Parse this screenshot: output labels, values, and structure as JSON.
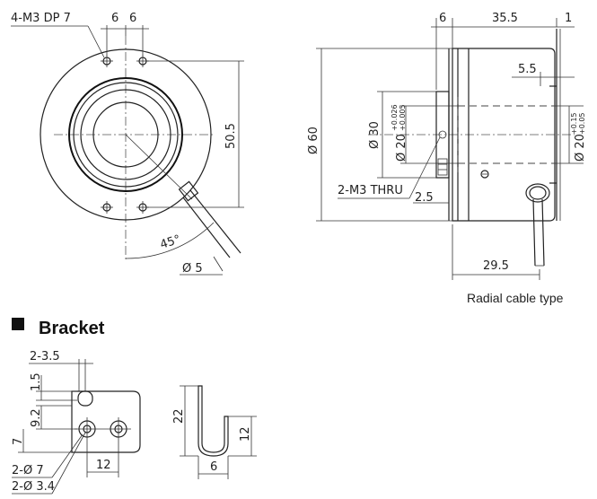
{
  "front_view": {
    "hole_note": "4-M3 DP 7",
    "dim_top_left": "6",
    "dim_top_right": "6",
    "dim_pcd": "50.5",
    "dim_angle": "45°",
    "dim_cable": "Ø 5"
  },
  "side_view": {
    "dim_6": "6",
    "dim_35_5": "35.5",
    "dim_1": "1",
    "dim_5_5": "5.5",
    "dim_diameter_60": "Ø 60",
    "dim_diameter_30": "Ø 30",
    "dim_shaft_left": "Ø 20",
    "tol_left_upper": "+0.026",
    "tol_left_lower": "+0.005",
    "dim_shaft_right": "Ø 20",
    "tol_right_upper": "+0.15",
    "tol_right_lower": "+0.05",
    "thru_note": "2-M3 THRU",
    "dim_2_5": "2.5",
    "dim_29_5": "29.5",
    "caption": "Radial cable type"
  },
  "bracket": {
    "heading": "Bracket",
    "dim_2_3_5": "2-3.5",
    "dim_1_5": "1.5",
    "dim_9_2": "9.2",
    "dim_7": "7",
    "dim_2_d7": "2-Ø 7",
    "dim_2_d3_4": "2-Ø 3.4",
    "dim_12_bottom": "12",
    "dim_22": "22",
    "dim_12_side": "12",
    "dim_6": "6"
  }
}
